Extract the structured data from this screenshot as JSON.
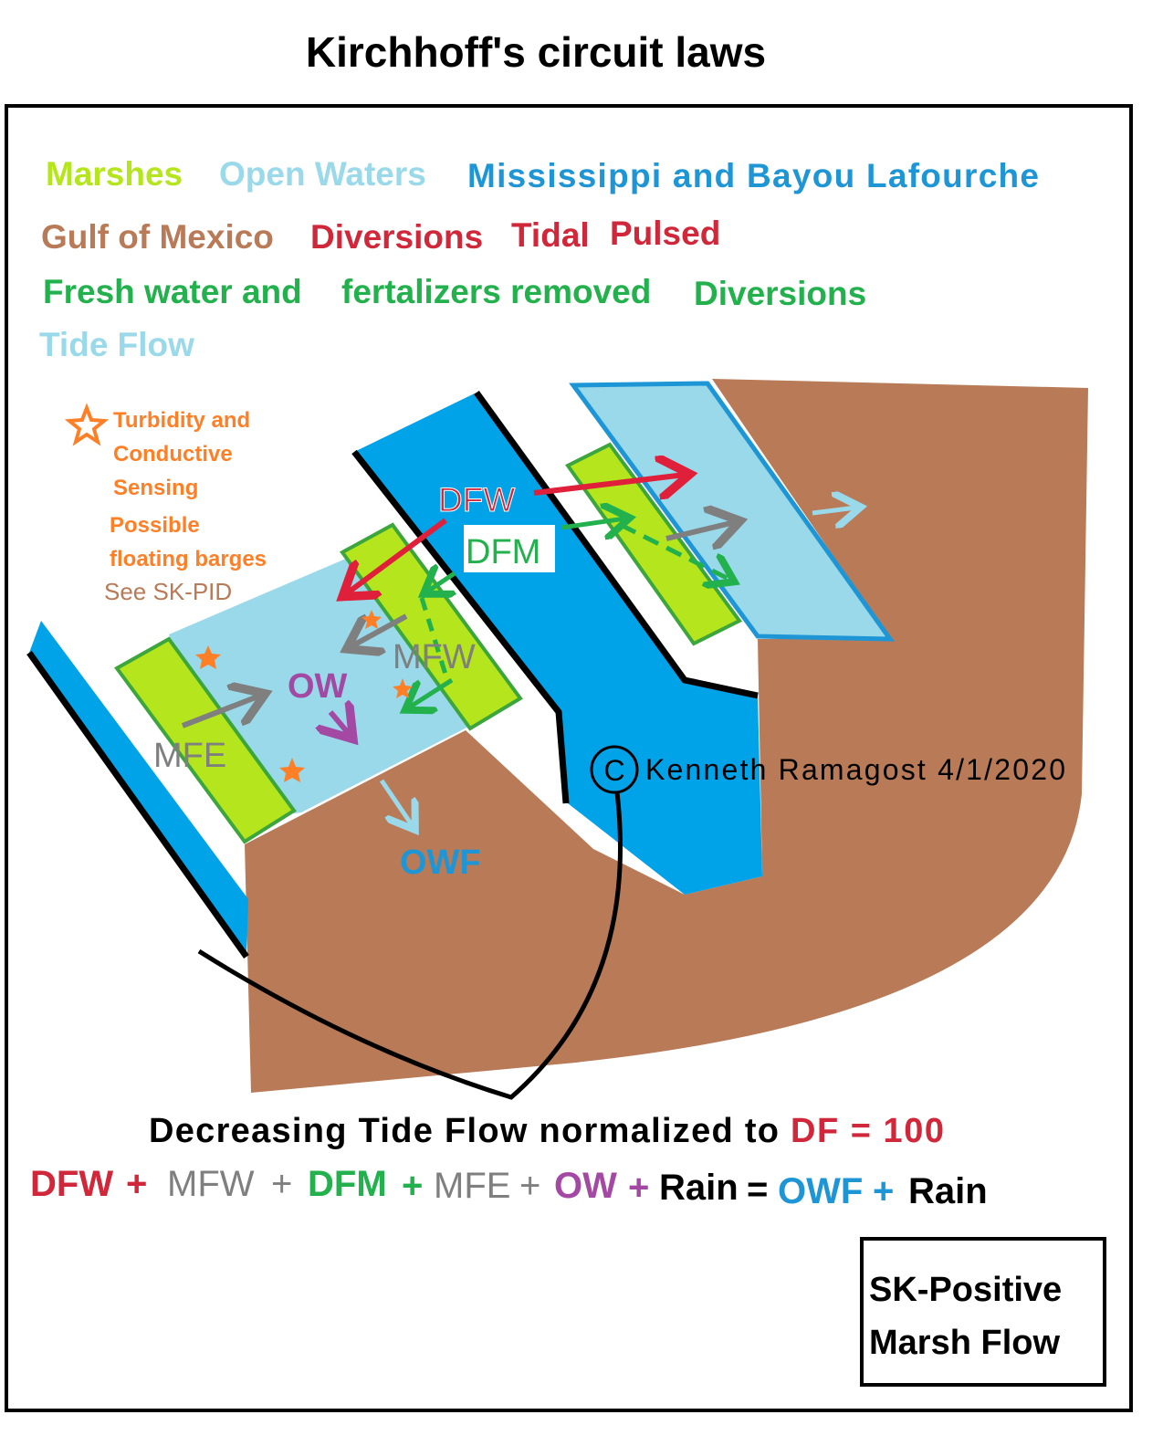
{
  "title": "Kirchhoff's circuit laws",
  "legend": {
    "marshes": "Marshes",
    "open_waters": "Open Waters",
    "mississippi": "Mississippi and Bayou Lafourche",
    "gulf": "Gulf of Mexico",
    "diversions": "Diversions",
    "tidal": "Tidal",
    "pulsed": "Pulsed",
    "fresh_water": "Fresh water and",
    "fertalizers": "fertalizers removed",
    "diversions2": "Diversions",
    "tide_flow": "Tide Flow"
  },
  "sensing_note": {
    "line1": "Turbidity and",
    "line2": "Conductive",
    "line3": "Sensing",
    "line4": "Possible",
    "line5": "floating barges",
    "line6": "See SK-PID"
  },
  "labels": {
    "dfw": "DFW",
    "dfm": "DFM",
    "mfw": "MFW",
    "ow": "OW",
    "mfe": "MFE",
    "owf": "OWF"
  },
  "copyright": {
    "symbol": "C",
    "text": "Kenneth Ramagost 4/1/2020"
  },
  "equation": {
    "heading": "Decreasing Tide Flow normalized to",
    "heading_value": "DF = 100",
    "terms": [
      "DFW",
      "+",
      "MFW",
      "+",
      "DFM",
      "+",
      "MFE",
      "+",
      "OW",
      "+",
      "Rain",
      "=",
      "OWF",
      "+",
      "Rain"
    ]
  },
  "stamp": {
    "line1": "SK-Positive",
    "line2": "Marsh Flow"
  },
  "colors": {
    "marsh": "#b5e61d",
    "marsh_border": "#3ca53c",
    "open_water": "#99d9ea",
    "river": "#00a2e8",
    "gulf": "#b97a57",
    "diversion": "#d0283a",
    "fresh": "#22b14c",
    "gray": "#7f7f7f",
    "purple": "#a349a4",
    "orange": "#ff7f27",
    "owf": "#1e96d6"
  }
}
